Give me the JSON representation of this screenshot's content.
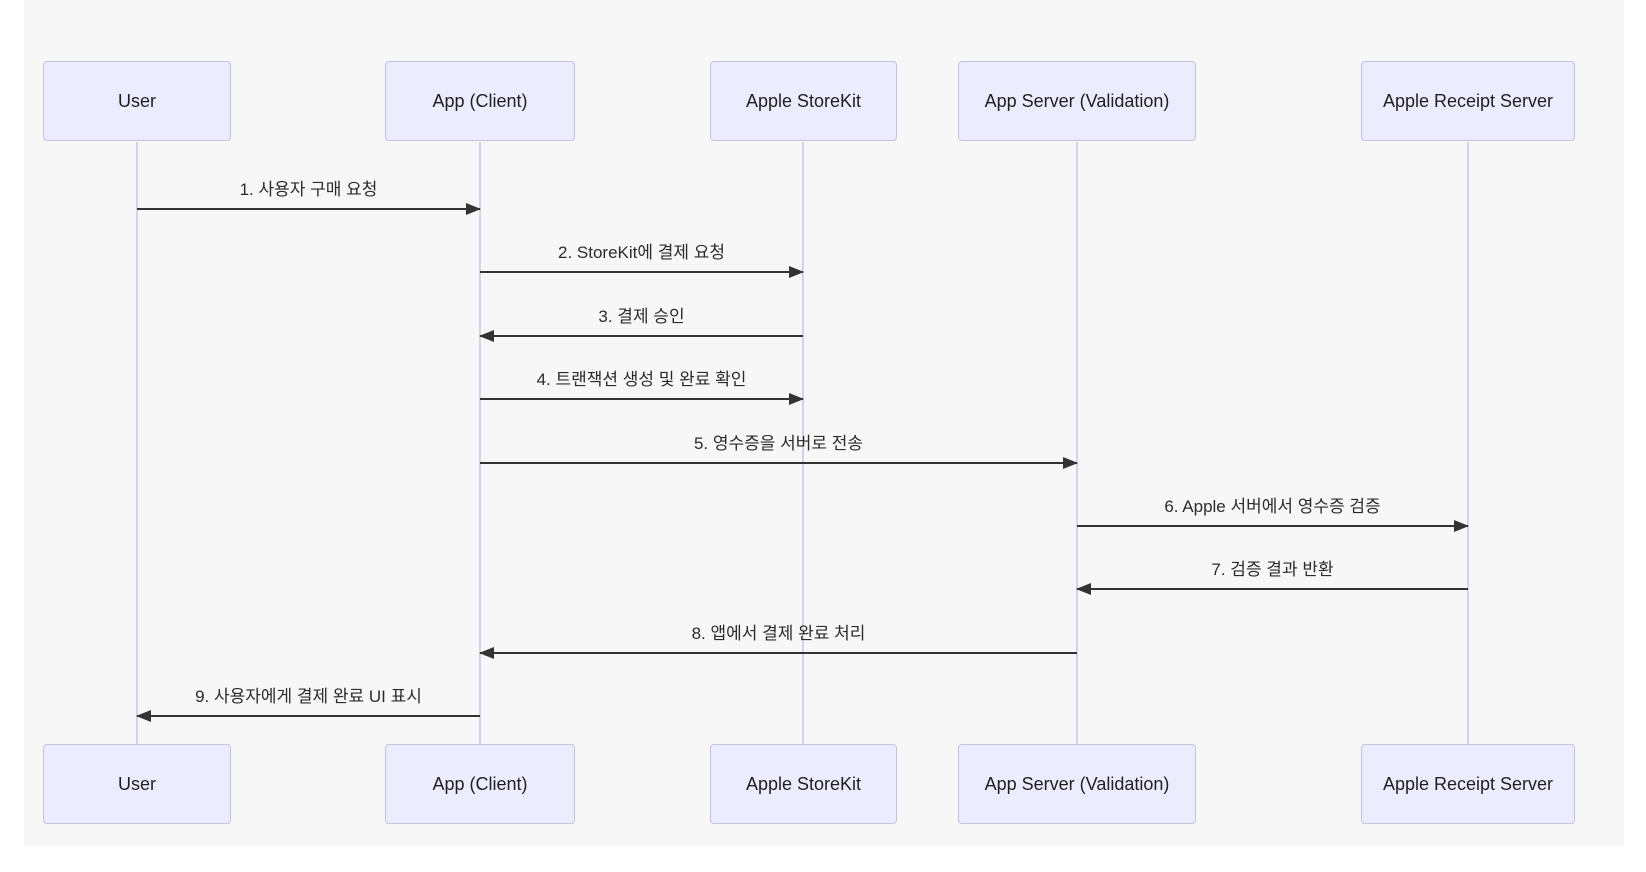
{
  "diagram": {
    "type": "sequence-diagram",
    "background": "#f7f7f8",
    "colors": {
      "actor_fill": "#ECECFF",
      "actor_border": "#c3c3e0",
      "lifeline": "#d7d2ec",
      "arrow": "#333333",
      "text": "#2b2b2b"
    },
    "actors": [
      {
        "id": "user",
        "label": "User"
      },
      {
        "id": "app-client",
        "label": "App (Client)"
      },
      {
        "id": "apple-storekit",
        "label": "Apple StoreKit"
      },
      {
        "id": "app-server",
        "label": "App Server (Validation)"
      },
      {
        "id": "apple-receipt-server",
        "label": "Apple Receipt Server"
      }
    ],
    "messages": [
      {
        "seq": 1,
        "from": "user",
        "to": "app-client",
        "direction": "right",
        "label": "1. 사용자 구매 요청"
      },
      {
        "seq": 2,
        "from": "app-client",
        "to": "apple-storekit",
        "direction": "right",
        "label": "2. StoreKit에 결제 요청"
      },
      {
        "seq": 3,
        "from": "apple-storekit",
        "to": "app-client",
        "direction": "left",
        "label": "3. 결제 승인"
      },
      {
        "seq": 4,
        "from": "app-client",
        "to": "apple-storekit",
        "direction": "right",
        "label": "4. 트랜잭션 생성 및 완료 확인"
      },
      {
        "seq": 5,
        "from": "app-client",
        "to": "app-server",
        "direction": "right",
        "label": "5. 영수증을 서버로 전송"
      },
      {
        "seq": 6,
        "from": "app-server",
        "to": "apple-receipt-server",
        "direction": "right",
        "label": "6. Apple 서버에서 영수증 검증"
      },
      {
        "seq": 7,
        "from": "apple-receipt-server",
        "to": "app-server",
        "direction": "left",
        "label": "7. 검증 결과 반환"
      },
      {
        "seq": 8,
        "from": "app-server",
        "to": "app-client",
        "direction": "left",
        "label": "8. 앱에서 결제 완료 처리"
      },
      {
        "seq": 9,
        "from": "app-client",
        "to": "user",
        "direction": "left",
        "label": "9. 사용자에게 결제 완료 UI 표시"
      }
    ]
  }
}
